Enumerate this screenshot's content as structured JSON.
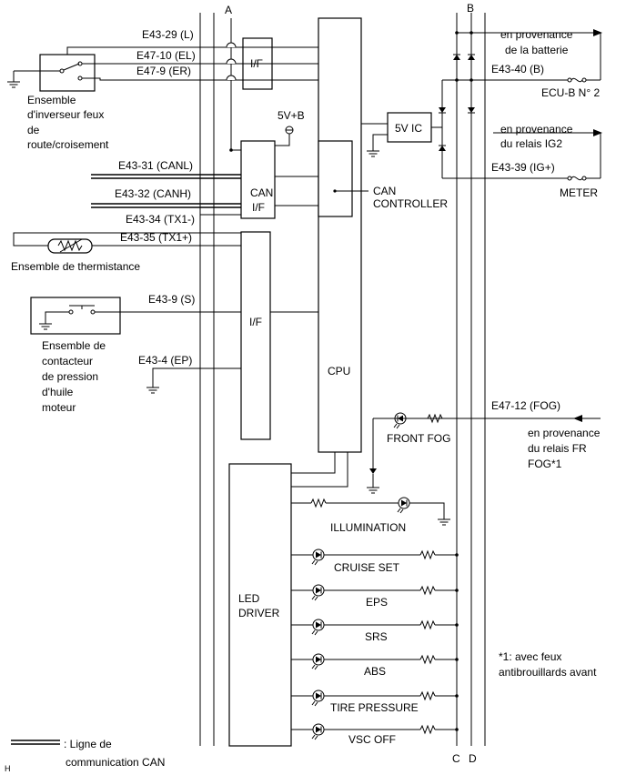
{
  "rails": {
    "a": "A",
    "b": "B",
    "c": "C",
    "d": "D"
  },
  "wires": {
    "e43_29": "E43-29 (L)",
    "e47_10": "E47-10 (EL)",
    "e47_9": "E47-9 (ER)",
    "e43_31": "E43-31 (CANL)",
    "e43_32": "E43-32 (CANH)",
    "e43_34": "E43-34 (TX1-)",
    "e43_35": "E43-35 (TX1+)",
    "e43_9": "E43-9 (S)",
    "e43_4": "E43-4 (EP)",
    "e43_40": "E43-40 (B)",
    "e43_39": "E43-39 (IG+)",
    "e47_12": "E47-12 (FOG)"
  },
  "blocks": {
    "if_top": "I/F",
    "can_if_1": "CAN",
    "can_if_2": "I/F",
    "if_mid": "I/F",
    "cpu": "CPU",
    "led_driver_1": "LED",
    "led_driver_2": "DRIVER",
    "v5_ic": "5V IC",
    "can_ctrl_1": "CAN",
    "can_ctrl_2": "CONTROLLER",
    "v5b": "5V+B"
  },
  "components": {
    "dimmer_1": "Ensemble",
    "dimmer_2": "d'inverseur feux",
    "dimmer_3": "de",
    "dimmer_4": "route/croisement",
    "thermistor": "Ensemble de thermistance",
    "oil_1": "Ensemble de",
    "oil_2": "contacteur",
    "oil_3": "de pression",
    "oil_4": "d'huile",
    "oil_5": "moteur"
  },
  "right_side": {
    "batt_1": "en provenance",
    "batt_2": "de la batterie",
    "fuse_ecub": "ECU-B N° 2",
    "ig2_1": "en provenance",
    "ig2_2": "du relais IG2",
    "fuse_meter": "METER",
    "fog_1": "en provenance",
    "fog_2": "du relais FR",
    "fog_3": "FOG*1",
    "front_fog": "FRONT FOG"
  },
  "indicators": [
    "ILLUMINATION",
    "CRUISE SET",
    "EPS",
    "SRS",
    "ABS",
    "TIRE PRESSURE",
    "VSC OFF"
  ],
  "footnote_1": "*1: avec feux",
  "footnote_2": "antibrouillards avant",
  "legend": {
    "line_1": ": Ligne de",
    "line_2": "communication CAN"
  },
  "corner_mark": "H"
}
